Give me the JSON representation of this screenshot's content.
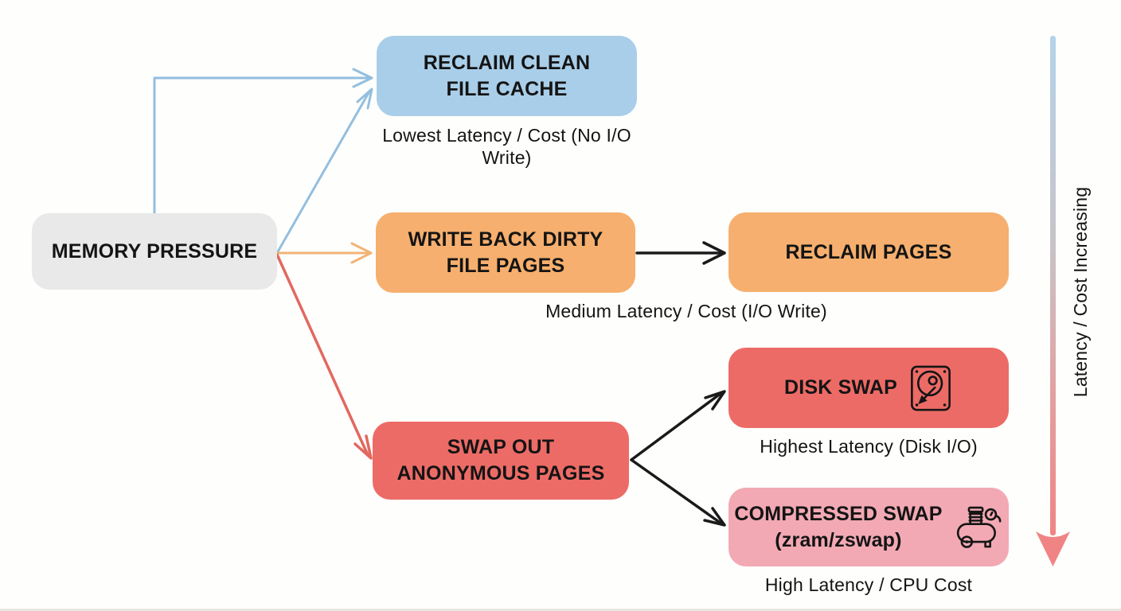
{
  "colors": {
    "background": "#FEFEFC",
    "text": "#141414",
    "node_gray": "#E9E9E9",
    "node_blue": "#A9CEE9",
    "node_orange": "#F6AF6E",
    "node_red": "#ED6B66",
    "node_pink": "#F2A9B4",
    "edge_blue": "#93BFDF",
    "edge_orange": "#F2B477",
    "edge_red": "#E2685F",
    "edge_black": "#1A1A1A",
    "gradient_top": "#B4D3E9",
    "gradient_mid": "#C8C3C7",
    "gradient_bottom": "#F08484"
  },
  "nodes": {
    "memory_pressure": {
      "label": "MEMORY PRESSURE"
    },
    "reclaim_clean": {
      "lines": [
        "RECLAIM CLEAN",
        "FILE CACHE"
      ],
      "caption": [
        "Lowest Latency / Cost",
        "(No I/O Write)"
      ]
    },
    "write_back": {
      "lines": [
        "WRITE BACK DIRTY",
        "FILE PAGES"
      ],
      "caption": "Medium Latency / Cost (I/O Write)"
    },
    "reclaim_pages": {
      "label": "RECLAIM PAGES"
    },
    "swap_out": {
      "lines": [
        "SWAP OUT",
        "ANONYMOUS PAGES"
      ]
    },
    "disk_swap": {
      "label": "DISK SWAP",
      "icon": "hard-disk-icon",
      "caption": "Highest Latency (Disk I/O)"
    },
    "compressed_swap": {
      "lines": [
        "COMPRESSED SWAP",
        "(zram/zswap)"
      ],
      "icon": "air-compressor-icon",
      "caption": "High Latency / CPU Cost"
    }
  },
  "axis": {
    "label": "Latency / Cost Increasing"
  }
}
